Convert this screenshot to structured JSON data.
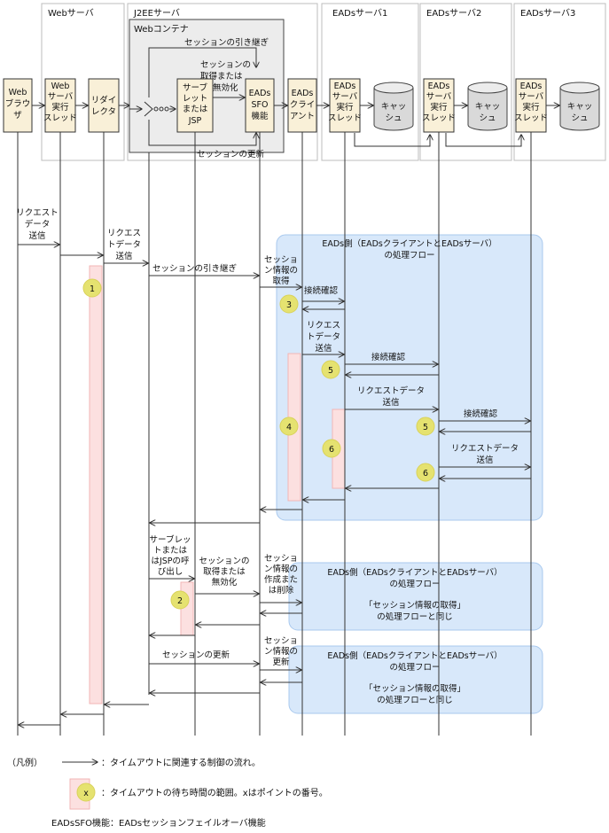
{
  "servers": {
    "web_server": "Webサーバ",
    "j2ee_server": "J2EEサーバ",
    "web_container": "Webコンテナ",
    "eads_server1": "EADsサーバ1",
    "eads_server2": "EADsサーバ2",
    "eads_server3": "EADsサーバ3"
  },
  "components": {
    "web_browser": [
      "Web",
      "ブラウ",
      "ザ"
    ],
    "web_server_thread": [
      "Web",
      "サーバ",
      "実行",
      "スレッド"
    ],
    "redirector": [
      "リダイ",
      "レクタ"
    ],
    "servlet_jsp": [
      "サーブ",
      "レット",
      "または",
      "JSP"
    ],
    "eads_sfo": [
      "EADs",
      "SFO",
      "機能"
    ],
    "eads_client": [
      "EADs",
      "クライ",
      "アント"
    ],
    "eads_thread": [
      "EADs",
      "サーバ",
      "実行",
      "スレッド"
    ],
    "cache": [
      "キャッ",
      "シュ"
    ]
  },
  "top_labels": {
    "session_handover": "セッションの引き継ぎ",
    "session_get_invalidate": [
      "セッションの",
      "取得または",
      "無効化"
    ],
    "session_update": "セッションの更新"
  },
  "flow_labels": {
    "request_send_1": [
      "リクエスト",
      "データ",
      "送信"
    ],
    "request_send_2": [
      "リクエス",
      "トデータ",
      "送信"
    ],
    "session_handover": "セッションの引き継ぎ",
    "session_info_get": [
      "セッショ",
      "ン情報の",
      "取得"
    ],
    "connection_check": "接続確認",
    "request_send_3": [
      "リクエス",
      "トデータ",
      "送信"
    ],
    "request_data_send": [
      "リクエストデータ",
      "送信"
    ],
    "servlet_call": [
      "サーブレッ",
      "トまたは",
      "はJSPの呼",
      "び出し"
    ],
    "session_get_invalidate": [
      "セッションの",
      "取得または",
      "無効化"
    ],
    "session_info_create": [
      "セッショ",
      "ン情報の",
      "作成また",
      "は削除"
    ],
    "session_update": "セッションの更新",
    "session_info_update": [
      "セッショ",
      "ン情報の",
      "更新"
    ]
  },
  "regions": {
    "main_title": [
      "EADs側（EADsクライアントとEADsサーバ）",
      "の処理フロー"
    ],
    "sub_title": [
      "EADs側（EADsクライアントとEADsサーバ）",
      "の処理フロー"
    ],
    "sub_body": [
      "「セッション情報の取得」",
      "の処理フローと同じ"
    ]
  },
  "points": {
    "p1": "1",
    "p3": "3",
    "p4": "4",
    "p5a": "5",
    "p6a": "6",
    "p5b": "5",
    "p6b": "6",
    "p2": "2"
  },
  "legend": {
    "prefix": "（凡例）",
    "arrow_text": "：タイムアウトに関連する制御の流れ。",
    "marker_symbol": "x",
    "marker_text": "：タイムアウトの待ち時間の範囲。xはポイントの番号。",
    "sfo_text": "EADsSFO機能：EADsセッションフェイルオーバ機能"
  },
  "colors": {
    "timeout_range": "#fce0e0",
    "eads_region": "#d8e8fa",
    "point_marker": "#e5e270",
    "web_container": "#ececec"
  }
}
